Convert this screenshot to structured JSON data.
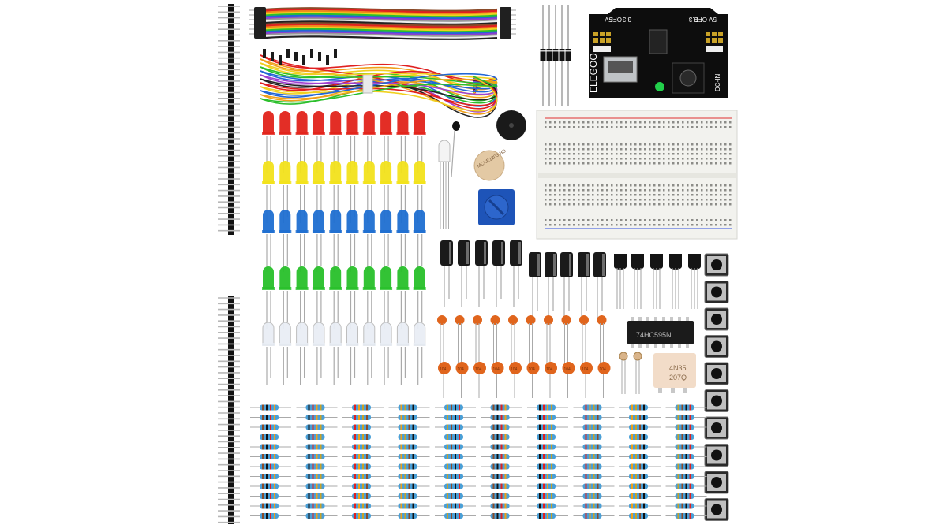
{
  "image": {
    "description_labels": {
      "power_module_brand": "ELEGOO",
      "power_module_left_labels": [
        "5V",
        "OFF",
        "3.3"
      ],
      "power_module_right_labels": [
        "3.3",
        "OFF",
        "5V"
      ],
      "power_module_dc_label": "DC-IN",
      "ic_shift_register": "74HC595N",
      "optocoupler_line1": "4N35",
      "optocoupler_line2": "207Q",
      "ceramic_cap_marking": "104",
      "buzzer_marking": "MCKE1203 HD"
    },
    "colors": {
      "led_red": "#e2231a",
      "led_yellow": "#f2e21b",
      "led_blue": "#1f6fd1",
      "led_green": "#28c02a",
      "led_white": "#e9eef5",
      "resistor_body": "#4a9fd6",
      "ceramic_cap": "#e0651d",
      "breadboard": "#f2f2ee",
      "power_module_pcb": "#0d0d0d",
      "potentiometer": "#1e54b8"
    },
    "component_icons": [
      "pin-header-icon",
      "dupont-ribbon-icon",
      "jumper-wires-icon",
      "diode-icon",
      "power-module-icon",
      "led-icon",
      "buzzer-icon",
      "thermistor-icon",
      "rgb-led-icon",
      "potentiometer-icon",
      "breadboard-icon",
      "electrolytic-capacitor-icon",
      "transistor-icon",
      "push-button-icon",
      "ceramic-capacitor-icon",
      "ic-chip-icon",
      "photoresistor-icon",
      "optocoupler-icon",
      "resistor-icon"
    ]
  }
}
